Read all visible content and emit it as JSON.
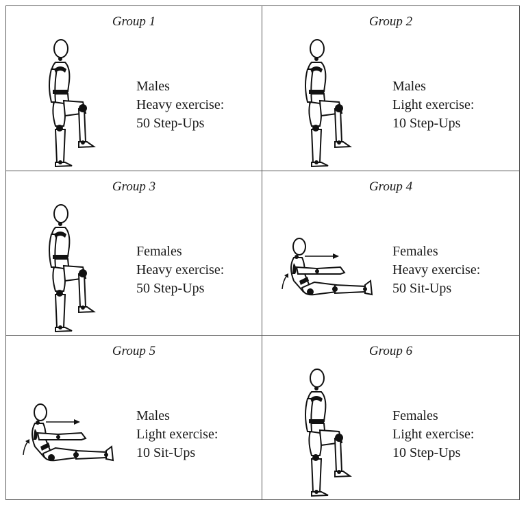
{
  "groups": [
    {
      "title": "Group 1",
      "sex": "Males",
      "intensity": "Heavy exercise:",
      "task": "50 Step-Ups",
      "pose": "step-up"
    },
    {
      "title": "Group 2",
      "sex": "Males",
      "intensity": "Light exercise:",
      "task": "10 Step-Ups",
      "pose": "step-up"
    },
    {
      "title": "Group 3",
      "sex": "Females",
      "intensity": "Heavy exercise:",
      "task": "50 Step-Ups",
      "pose": "step-up"
    },
    {
      "title": "Group 4",
      "sex": "Females",
      "intensity": "Heavy exercise:",
      "task": "50 Sit-Ups",
      "pose": "sit-up"
    },
    {
      "title": "Group 5",
      "sex": "Males",
      "intensity": "Light exercise:",
      "task": "10 Sit-Ups",
      "pose": "sit-up"
    },
    {
      "title": "Group 6",
      "sex": "Females",
      "intensity": "Light exercise:",
      "task": "10 Step-Ups",
      "pose": "step-up"
    }
  ]
}
